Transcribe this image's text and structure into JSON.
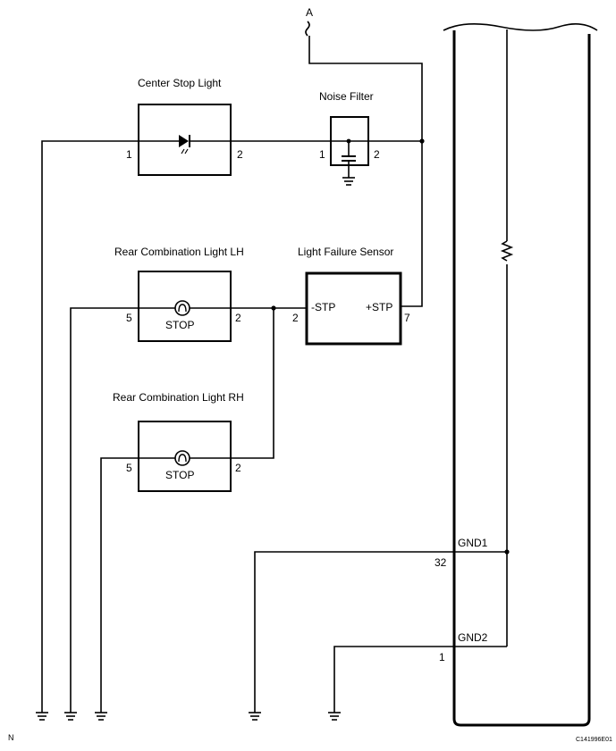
{
  "connector_a": "A",
  "center_stop_light": {
    "title": "Center Stop Light",
    "pin_left": "1",
    "pin_right": "2"
  },
  "noise_filter": {
    "title": "Noise Filter",
    "pin_left": "1",
    "pin_right": "2"
  },
  "rear_lh": {
    "title": "Rear Combination Light LH",
    "pin_left": "5",
    "pin_right": "2",
    "bulb_label": "STOP"
  },
  "light_failure_sensor": {
    "title": "Light Failure Sensor",
    "pin_left": "2",
    "pin_right": "7",
    "term_left": "-STP",
    "term_right": "+STP"
  },
  "rear_rh": {
    "title": "Rear Combination Light RH",
    "pin_left": "5",
    "pin_right": "2",
    "bulb_label": "STOP"
  },
  "gnd1": {
    "label": "GND1",
    "pin": "32"
  },
  "gnd2": {
    "label": "GND2",
    "pin": "1"
  },
  "corner_mark": "N",
  "figure_code": "C141996E01"
}
